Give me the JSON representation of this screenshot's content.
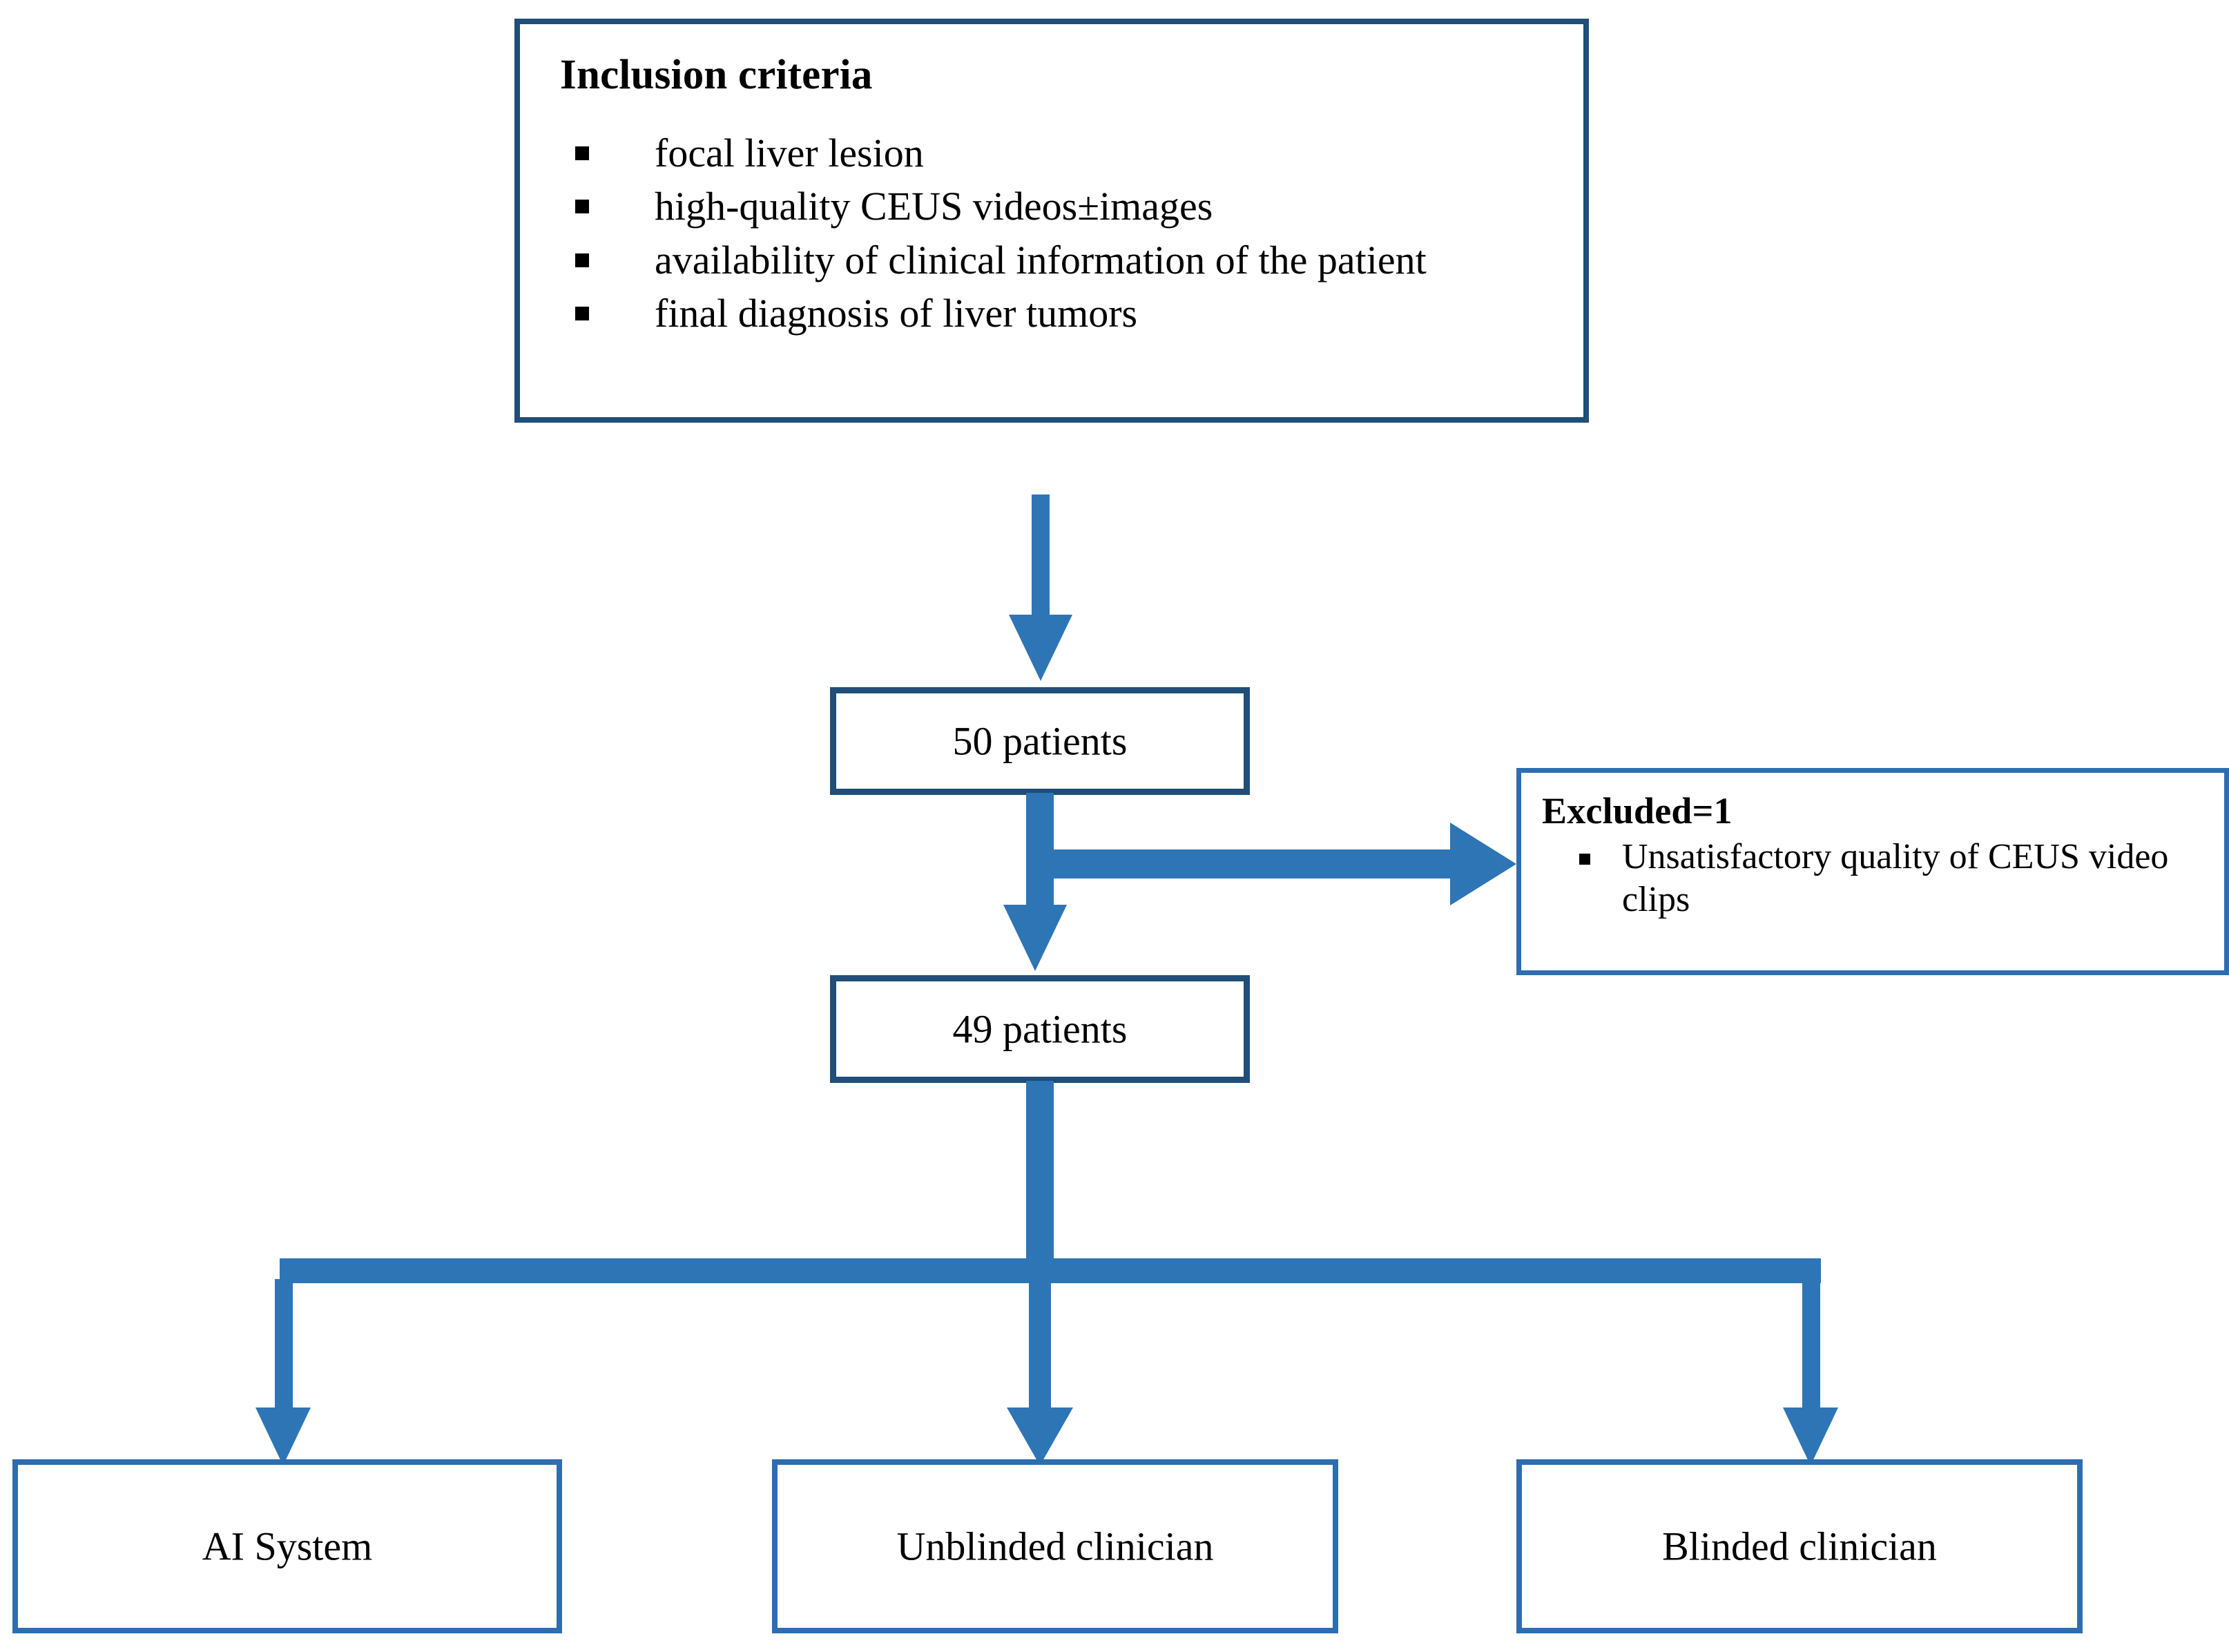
{
  "colors": {
    "arrow_blue": "#2E75B6",
    "box_border_blue": "#2E6DAF",
    "box_border_dark_blue": "#1F4E79",
    "background": "#FFFFFF",
    "text": "#000000"
  },
  "inclusion": {
    "title": "Inclusion criteria",
    "items": [
      "focal liver lesion",
      "high-quality CEUS videos±images",
      "availability of clinical information of the patient",
      "final diagnosis of liver tumors"
    ]
  },
  "cohort": {
    "initial": "50 patients",
    "after_exclusion": "49 patients"
  },
  "excluded": {
    "title": "Excluded=1",
    "items": [
      "Unsatisfactory quality of CEUS video clips"
    ]
  },
  "outcomes": [
    {
      "label": "AI System"
    },
    {
      "label": "Unblinded clinician"
    },
    {
      "label": "Blinded clinician"
    }
  ],
  "icons": {
    "bullet": "square-bullet-icon",
    "arrow_down": "arrow-down-icon",
    "arrow_right": "arrow-right-icon"
  }
}
